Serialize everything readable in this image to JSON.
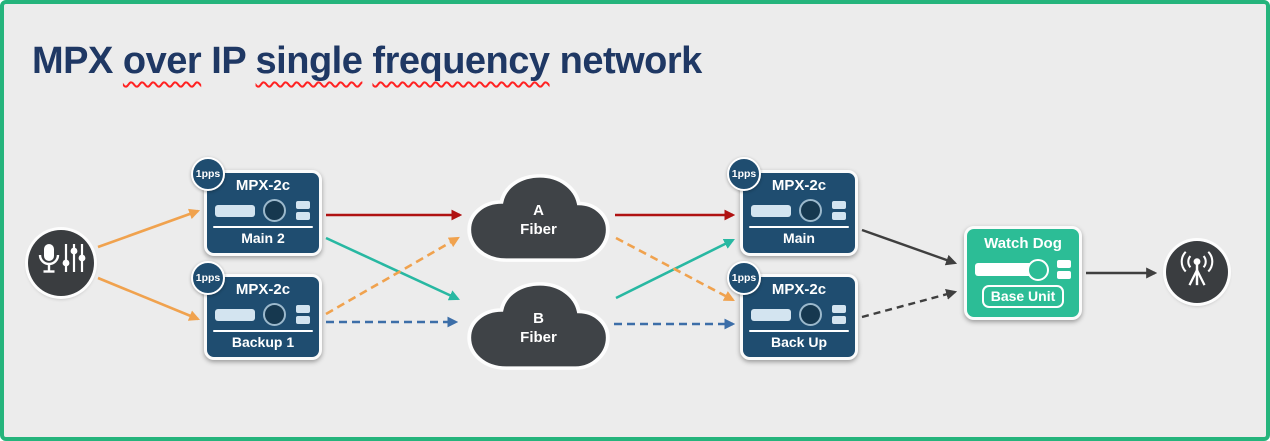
{
  "title": {
    "word_mpx": "MPX",
    "word_over": "over",
    "word_ip": "IP",
    "word_single": "single",
    "word_frequency": "frequency",
    "word_network": "network"
  },
  "icons": {
    "source": "microphone-mixer-icon",
    "output": "broadcast-antenna-icon"
  },
  "devices": [
    {
      "model": "MPX-2c",
      "label": "Main 2",
      "badge": "1pps"
    },
    {
      "model": "MPX-2c",
      "label": "Backup 1",
      "badge": "1pps"
    },
    {
      "model": "MPX-2c",
      "label": "Main",
      "badge": "1pps"
    },
    {
      "model": "MPX-2c",
      "label": "Back Up",
      "badge": "1pps"
    }
  ],
  "clouds": [
    {
      "name": "A",
      "type": "Fiber"
    },
    {
      "name": "B",
      "type": "Fiber"
    }
  ],
  "watchdog": {
    "title": "Watch Dog",
    "label": "Base Unit"
  },
  "connections": [
    {
      "from": "audio-source",
      "to": "mpx2c-main2",
      "line": "solid",
      "color": "orange"
    },
    {
      "from": "audio-source",
      "to": "mpx2c-backup1",
      "line": "solid",
      "color": "orange"
    },
    {
      "from": "mpx2c-main2",
      "to": "fiber-a",
      "line": "solid",
      "color": "red"
    },
    {
      "from": "mpx2c-main2",
      "to": "fiber-b",
      "line": "solid",
      "color": "teal"
    },
    {
      "from": "mpx2c-backup1",
      "to": "fiber-a",
      "line": "dashed",
      "color": "orange"
    },
    {
      "from": "mpx2c-backup1",
      "to": "fiber-b",
      "line": "dashed",
      "color": "blue"
    },
    {
      "from": "fiber-a",
      "to": "mpx2c-main",
      "line": "solid",
      "color": "red"
    },
    {
      "from": "fiber-b",
      "to": "mpx2c-main",
      "line": "solid",
      "color": "teal"
    },
    {
      "from": "fiber-a",
      "to": "mpx2c-backup",
      "line": "dashed",
      "color": "orange"
    },
    {
      "from": "fiber-b",
      "to": "mpx2c-backup",
      "line": "dashed",
      "color": "blue"
    },
    {
      "from": "mpx2c-main",
      "to": "watchdog",
      "line": "solid",
      "color": "dark"
    },
    {
      "from": "mpx2c-backup",
      "to": "watchdog",
      "line": "dashed",
      "color": "dark"
    },
    {
      "from": "watchdog",
      "to": "broadcast-antenna",
      "line": "solid",
      "color": "dark"
    }
  ],
  "colors": {
    "background": "#ececec",
    "frame-teal": "#25b47c",
    "title-navy": "#1f3864",
    "device-navy": "#1f4d70",
    "device-face-light": "#d3e4f0",
    "cloud-dark": "#3f4347",
    "icon-dark": "#3a3d40",
    "watchdog-teal": "#2cbd96",
    "arrow-red": "#b01212",
    "arrow-orange": "#f0a24e",
    "arrow-teal": "#28b8a2",
    "arrow-blue": "#3c6ea8",
    "arrow-dark": "#3f3f3f",
    "squiggle-red": "#ff2222"
  }
}
